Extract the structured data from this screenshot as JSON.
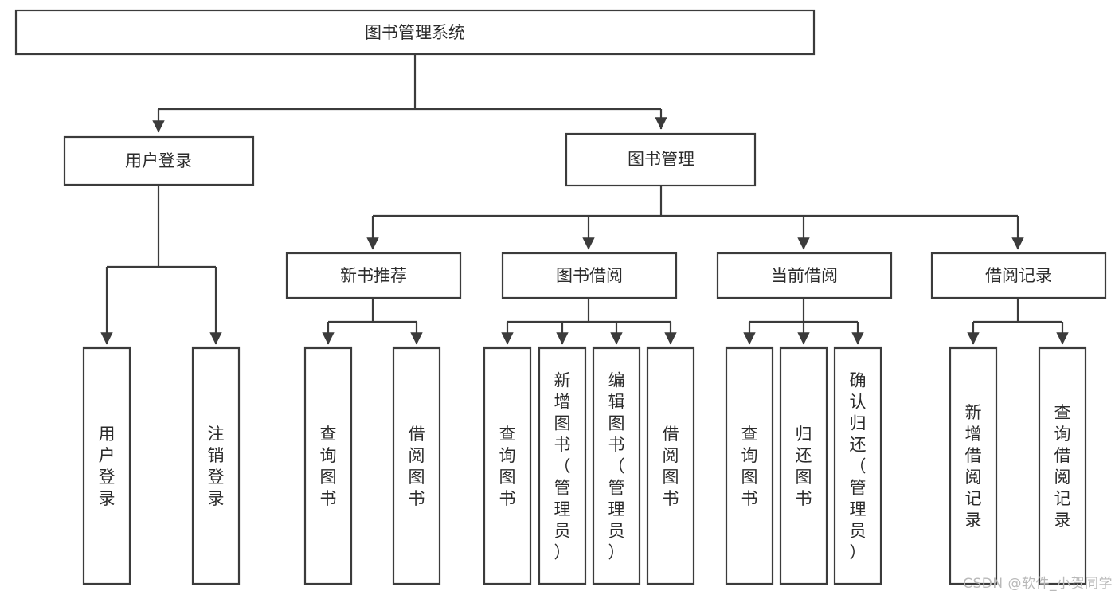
{
  "diagram": {
    "title": "图书管理系统",
    "type": "tree-hierarchy-diagram",
    "colors": {
      "stroke": "#3b3b3b",
      "fill": "#ffffff",
      "text": "#2b2b2b",
      "watermark": "#b9b9b9"
    },
    "root": {
      "id": "root",
      "label": "图书管理系统"
    },
    "level2": [
      {
        "id": "user-login",
        "label": "用户登录"
      },
      {
        "id": "book-management",
        "label": "图书管理"
      }
    ],
    "level3": [
      {
        "id": "new-book-recommend",
        "label": "新书推荐"
      },
      {
        "id": "book-borrow",
        "label": "图书借阅"
      },
      {
        "id": "current-borrow",
        "label": "当前借阅"
      },
      {
        "id": "borrow-record",
        "label": "借阅记录"
      }
    ],
    "leaves": {
      "user_login": [
        {
          "id": "leaf-user-login",
          "label": "用户登录"
        },
        {
          "id": "leaf-logout",
          "label": "注销登录"
        }
      ],
      "new_book_recommend": [
        {
          "id": "leaf-query-book-1",
          "label": "查询图书"
        },
        {
          "id": "leaf-borrow-book-1",
          "label": "借阅图书"
        }
      ],
      "book_borrow": [
        {
          "id": "leaf-query-book-2",
          "label": "查询图书"
        },
        {
          "id": "leaf-add-book",
          "label": "新增图书（管理员）"
        },
        {
          "id": "leaf-edit-book",
          "label": "编辑图书（管理员）"
        },
        {
          "id": "leaf-borrow-book-2",
          "label": "借阅图书"
        }
      ],
      "current_borrow": [
        {
          "id": "leaf-query-book-3",
          "label": "查询图书"
        },
        {
          "id": "leaf-return-book",
          "label": "归还图书"
        },
        {
          "id": "leaf-confirm-return",
          "label": "确认归还（管理员）"
        }
      ],
      "borrow_record": [
        {
          "id": "leaf-add-record",
          "label": "新增借阅记录"
        },
        {
          "id": "leaf-query-record",
          "label": "查询借阅记录"
        }
      ]
    }
  },
  "watermark": {
    "text": "CSDN @软件_小贺同学"
  }
}
